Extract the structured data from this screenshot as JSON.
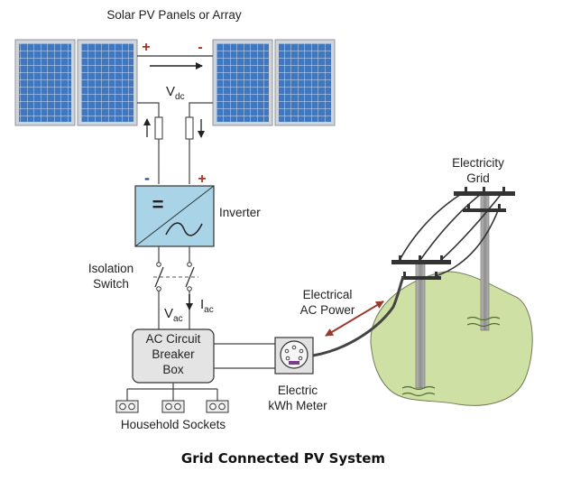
{
  "labels": {
    "panels_title": "Solar PV Panels or Array",
    "plus_top": "+",
    "minus_top": "-",
    "vdc_main": "V",
    "vdc_sub": "dc",
    "minus_left": "-",
    "plus_right": "+",
    "inverter_symbol": "=",
    "inverter": "Inverter",
    "isolation_line1": "Isolation",
    "isolation_line2": "Switch",
    "vac_main": "V",
    "vac_sub": "ac",
    "iac_main": "I",
    "iac_sub": "ac",
    "breaker_line1": "AC Circuit",
    "breaker_line2": "Breaker",
    "breaker_line3": "Box",
    "meter_line1": "Electric",
    "meter_line2": "kWh Meter",
    "sockets": "Household Sockets",
    "ac_power_line1": "Electrical",
    "ac_power_line2": "AC Power",
    "grid_line1": "Electricity",
    "grid_line2": "Grid"
  },
  "caption": "Grid Connected PV System",
  "colors": {
    "panel_cell": "#3f78c0",
    "panel_frame": "#cfd4da",
    "inverter_fill": "#a9d3e6",
    "breaker_fill": "#e4e4e4",
    "ground_fill": "#cfe0a4",
    "pole": "#a7a7a7",
    "arrow_red": "#9a3a2a"
  },
  "icons": [
    "solar-panel-icon",
    "fuse-icon",
    "inverter-icon",
    "switch-icon",
    "socket-icon",
    "kwh-meter-icon",
    "utility-pole-icon"
  ]
}
